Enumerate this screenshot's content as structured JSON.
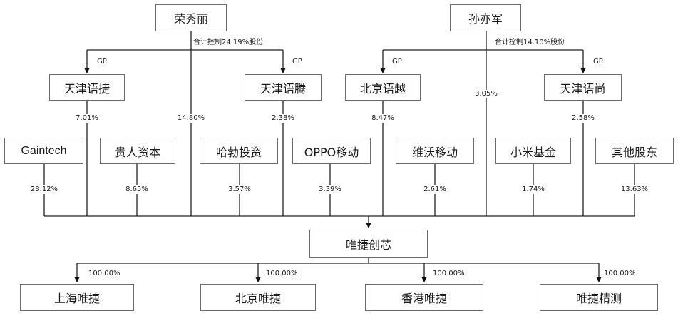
{
  "nodes": {
    "rong": "荣秀丽",
    "sun": "孙亦军",
    "tj_yujie": "天津语捷",
    "tj_yuteng": "天津语腾",
    "bj_yuyue": "北京语越",
    "tj_yushang": "天津语尚",
    "gaintech": "Gaintech",
    "guiren": "贵人资本",
    "habo": "哈勃投资",
    "oppo": "OPPO移动",
    "weiwo": "维沃移动",
    "xiaomi": "小米基金",
    "others": "其他股东",
    "weijie": "唯捷创芯",
    "sh": "上海唯捷",
    "bj": "北京唯捷",
    "hk": "香港唯捷",
    "jingce": "唯捷精测"
  },
  "labels": {
    "rong_control": "合计控制24.19%股份",
    "sun_control": "合计控制14.10%股份",
    "gp": "GP",
    "yujie_pct": "7.01%",
    "rong_direct_pct": "14.80%",
    "yuteng_pct": "2.38%",
    "yuyue_pct": "8.47%",
    "sun_direct_pct": "3.05%",
    "yushang_pct": "2.58%",
    "gaintech_pct": "28.12%",
    "guiren_pct": "8.65%",
    "habo_pct": "3.57%",
    "oppo_pct": "3.39%",
    "weiwo_pct": "2.61%",
    "xiaomi_pct": "1.74%",
    "others_pct": "13.63%",
    "sub_pct": "100.00%"
  }
}
